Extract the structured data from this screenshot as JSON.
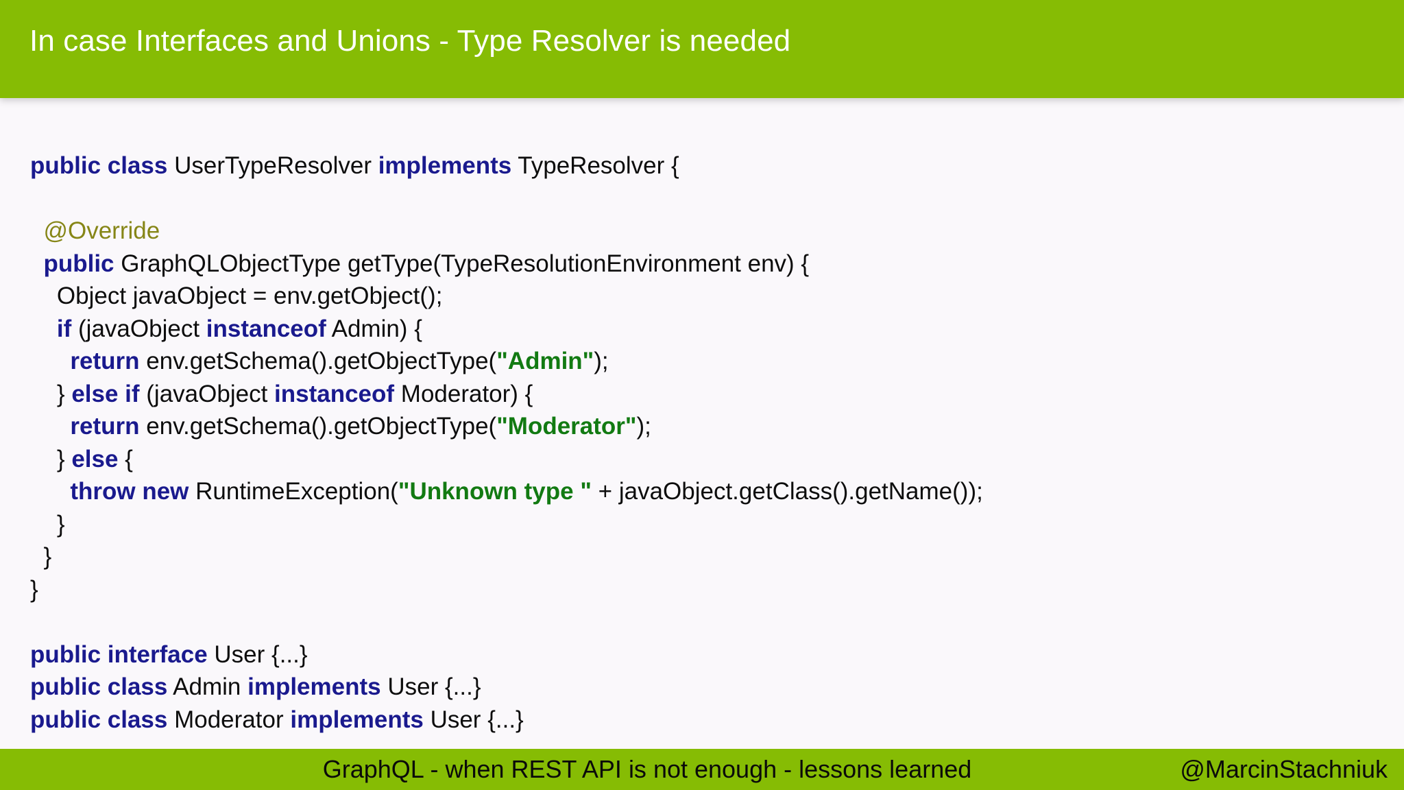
{
  "header": {
    "title": "In case Interfaces and Unions - Type Resolver is needed",
    "background_color": "#86bc04",
    "text_color": "#ffffff"
  },
  "slide": {
    "background_color": "#faf8fb"
  },
  "code": {
    "language": "java",
    "colors": {
      "keyword": "#1a1a8e",
      "string": "#127a12",
      "annotation": "#868617",
      "plain": "#0d0d0d"
    },
    "lines": [
      {
        "id": "line-1",
        "text": "public class UserTypeResolver implements TypeResolver {",
        "tokens": [
          {
            "t": "public class",
            "k": "kw"
          },
          {
            "t": " UserTypeResolver ",
            "k": "pl"
          },
          {
            "t": "implements",
            "k": "kw"
          },
          {
            "t": " TypeResolver {",
            "k": "pl"
          }
        ]
      },
      {
        "id": "line-2",
        "text": "",
        "tokens": []
      },
      {
        "id": "line-3",
        "text": "  @Override",
        "tokens": [
          {
            "t": "  ",
            "k": "pl"
          },
          {
            "t": "@Override",
            "k": "ann"
          }
        ]
      },
      {
        "id": "line-4",
        "text": "  public GraphQLObjectType getType(TypeResolutionEnvironment env) {",
        "tokens": [
          {
            "t": "  ",
            "k": "pl"
          },
          {
            "t": "public",
            "k": "kw"
          },
          {
            "t": " GraphQLObjectType getType(TypeResolutionEnvironment env) {",
            "k": "pl"
          }
        ]
      },
      {
        "id": "line-5",
        "text": "    Object javaObject = env.getObject();",
        "tokens": [
          {
            "t": "    Object javaObject = env.getObject();",
            "k": "pl"
          }
        ]
      },
      {
        "id": "line-6",
        "text": "    if (javaObject instanceof Admin) {",
        "tokens": [
          {
            "t": "    ",
            "k": "pl"
          },
          {
            "t": "if",
            "k": "kw"
          },
          {
            "t": " (javaObject ",
            "k": "pl"
          },
          {
            "t": "instanceof",
            "k": "kw"
          },
          {
            "t": " Admin) {",
            "k": "pl"
          }
        ]
      },
      {
        "id": "line-7",
        "text": "      return env.getSchema().getObjectType(\"Admin\");",
        "tokens": [
          {
            "t": "      ",
            "k": "pl"
          },
          {
            "t": "return",
            "k": "kw"
          },
          {
            "t": " env.getSchema().getObjectType(",
            "k": "pl"
          },
          {
            "t": "\"Admin\"",
            "k": "str"
          },
          {
            "t": ");",
            "k": "pl"
          }
        ]
      },
      {
        "id": "line-8",
        "text": "    } else if (javaObject instanceof Moderator) {",
        "tokens": [
          {
            "t": "    } ",
            "k": "pl"
          },
          {
            "t": "else if",
            "k": "kw"
          },
          {
            "t": " (javaObject ",
            "k": "pl"
          },
          {
            "t": "instanceof",
            "k": "kw"
          },
          {
            "t": " Moderator) {",
            "k": "pl"
          }
        ]
      },
      {
        "id": "line-9",
        "text": "      return env.getSchema().getObjectType(\"Moderator\");",
        "tokens": [
          {
            "t": "      ",
            "k": "pl"
          },
          {
            "t": "return",
            "k": "kw"
          },
          {
            "t": " env.getSchema().getObjectType(",
            "k": "pl"
          },
          {
            "t": "\"Moderator\"",
            "k": "str"
          },
          {
            "t": ");",
            "k": "pl"
          }
        ]
      },
      {
        "id": "line-10",
        "text": "    } else {",
        "tokens": [
          {
            "t": "    } ",
            "k": "pl"
          },
          {
            "t": "else",
            "k": "kw"
          },
          {
            "t": " {",
            "k": "pl"
          }
        ]
      },
      {
        "id": "line-11",
        "text": "      throw new RuntimeException(\"Unknown type \" + javaObject.getClass().getName());",
        "tokens": [
          {
            "t": "      ",
            "k": "pl"
          },
          {
            "t": "throw new",
            "k": "kw"
          },
          {
            "t": " RuntimeException(",
            "k": "pl"
          },
          {
            "t": "\"Unknown type \"",
            "k": "str"
          },
          {
            "t": " + javaObject.getClass().getName());",
            "k": "pl"
          }
        ]
      },
      {
        "id": "line-12",
        "text": "    }",
        "tokens": [
          {
            "t": "    }",
            "k": "pl"
          }
        ]
      },
      {
        "id": "line-13",
        "text": "  }",
        "tokens": [
          {
            "t": "  }",
            "k": "pl"
          }
        ]
      },
      {
        "id": "line-14",
        "text": "}",
        "tokens": [
          {
            "t": "}",
            "k": "pl"
          }
        ]
      },
      {
        "id": "line-15",
        "text": "",
        "tokens": []
      },
      {
        "id": "line-16",
        "text": "public interface User {...}",
        "tokens": [
          {
            "t": "public interface",
            "k": "kw"
          },
          {
            "t": " User {...}",
            "k": "pl"
          }
        ]
      },
      {
        "id": "line-17",
        "text": "public class Admin implements User {...}",
        "tokens": [
          {
            "t": "public class",
            "k": "kw"
          },
          {
            "t": " Admin ",
            "k": "pl"
          },
          {
            "t": "implements",
            "k": "kw"
          },
          {
            "t": " User {...}",
            "k": "pl"
          }
        ]
      },
      {
        "id": "line-18",
        "text": "public class Moderator implements User {...}",
        "tokens": [
          {
            "t": "public class",
            "k": "kw"
          },
          {
            "t": " Moderator ",
            "k": "pl"
          },
          {
            "t": "implements",
            "k": "kw"
          },
          {
            "t": " User {...}",
            "k": "pl"
          }
        ]
      }
    ]
  },
  "footer": {
    "talk_title": "GraphQL - when REST API is not enough - lessons learned",
    "handle": "@MarcinStachniuk",
    "background_color": "#86bc04",
    "text_color": "#0a0a0a"
  }
}
